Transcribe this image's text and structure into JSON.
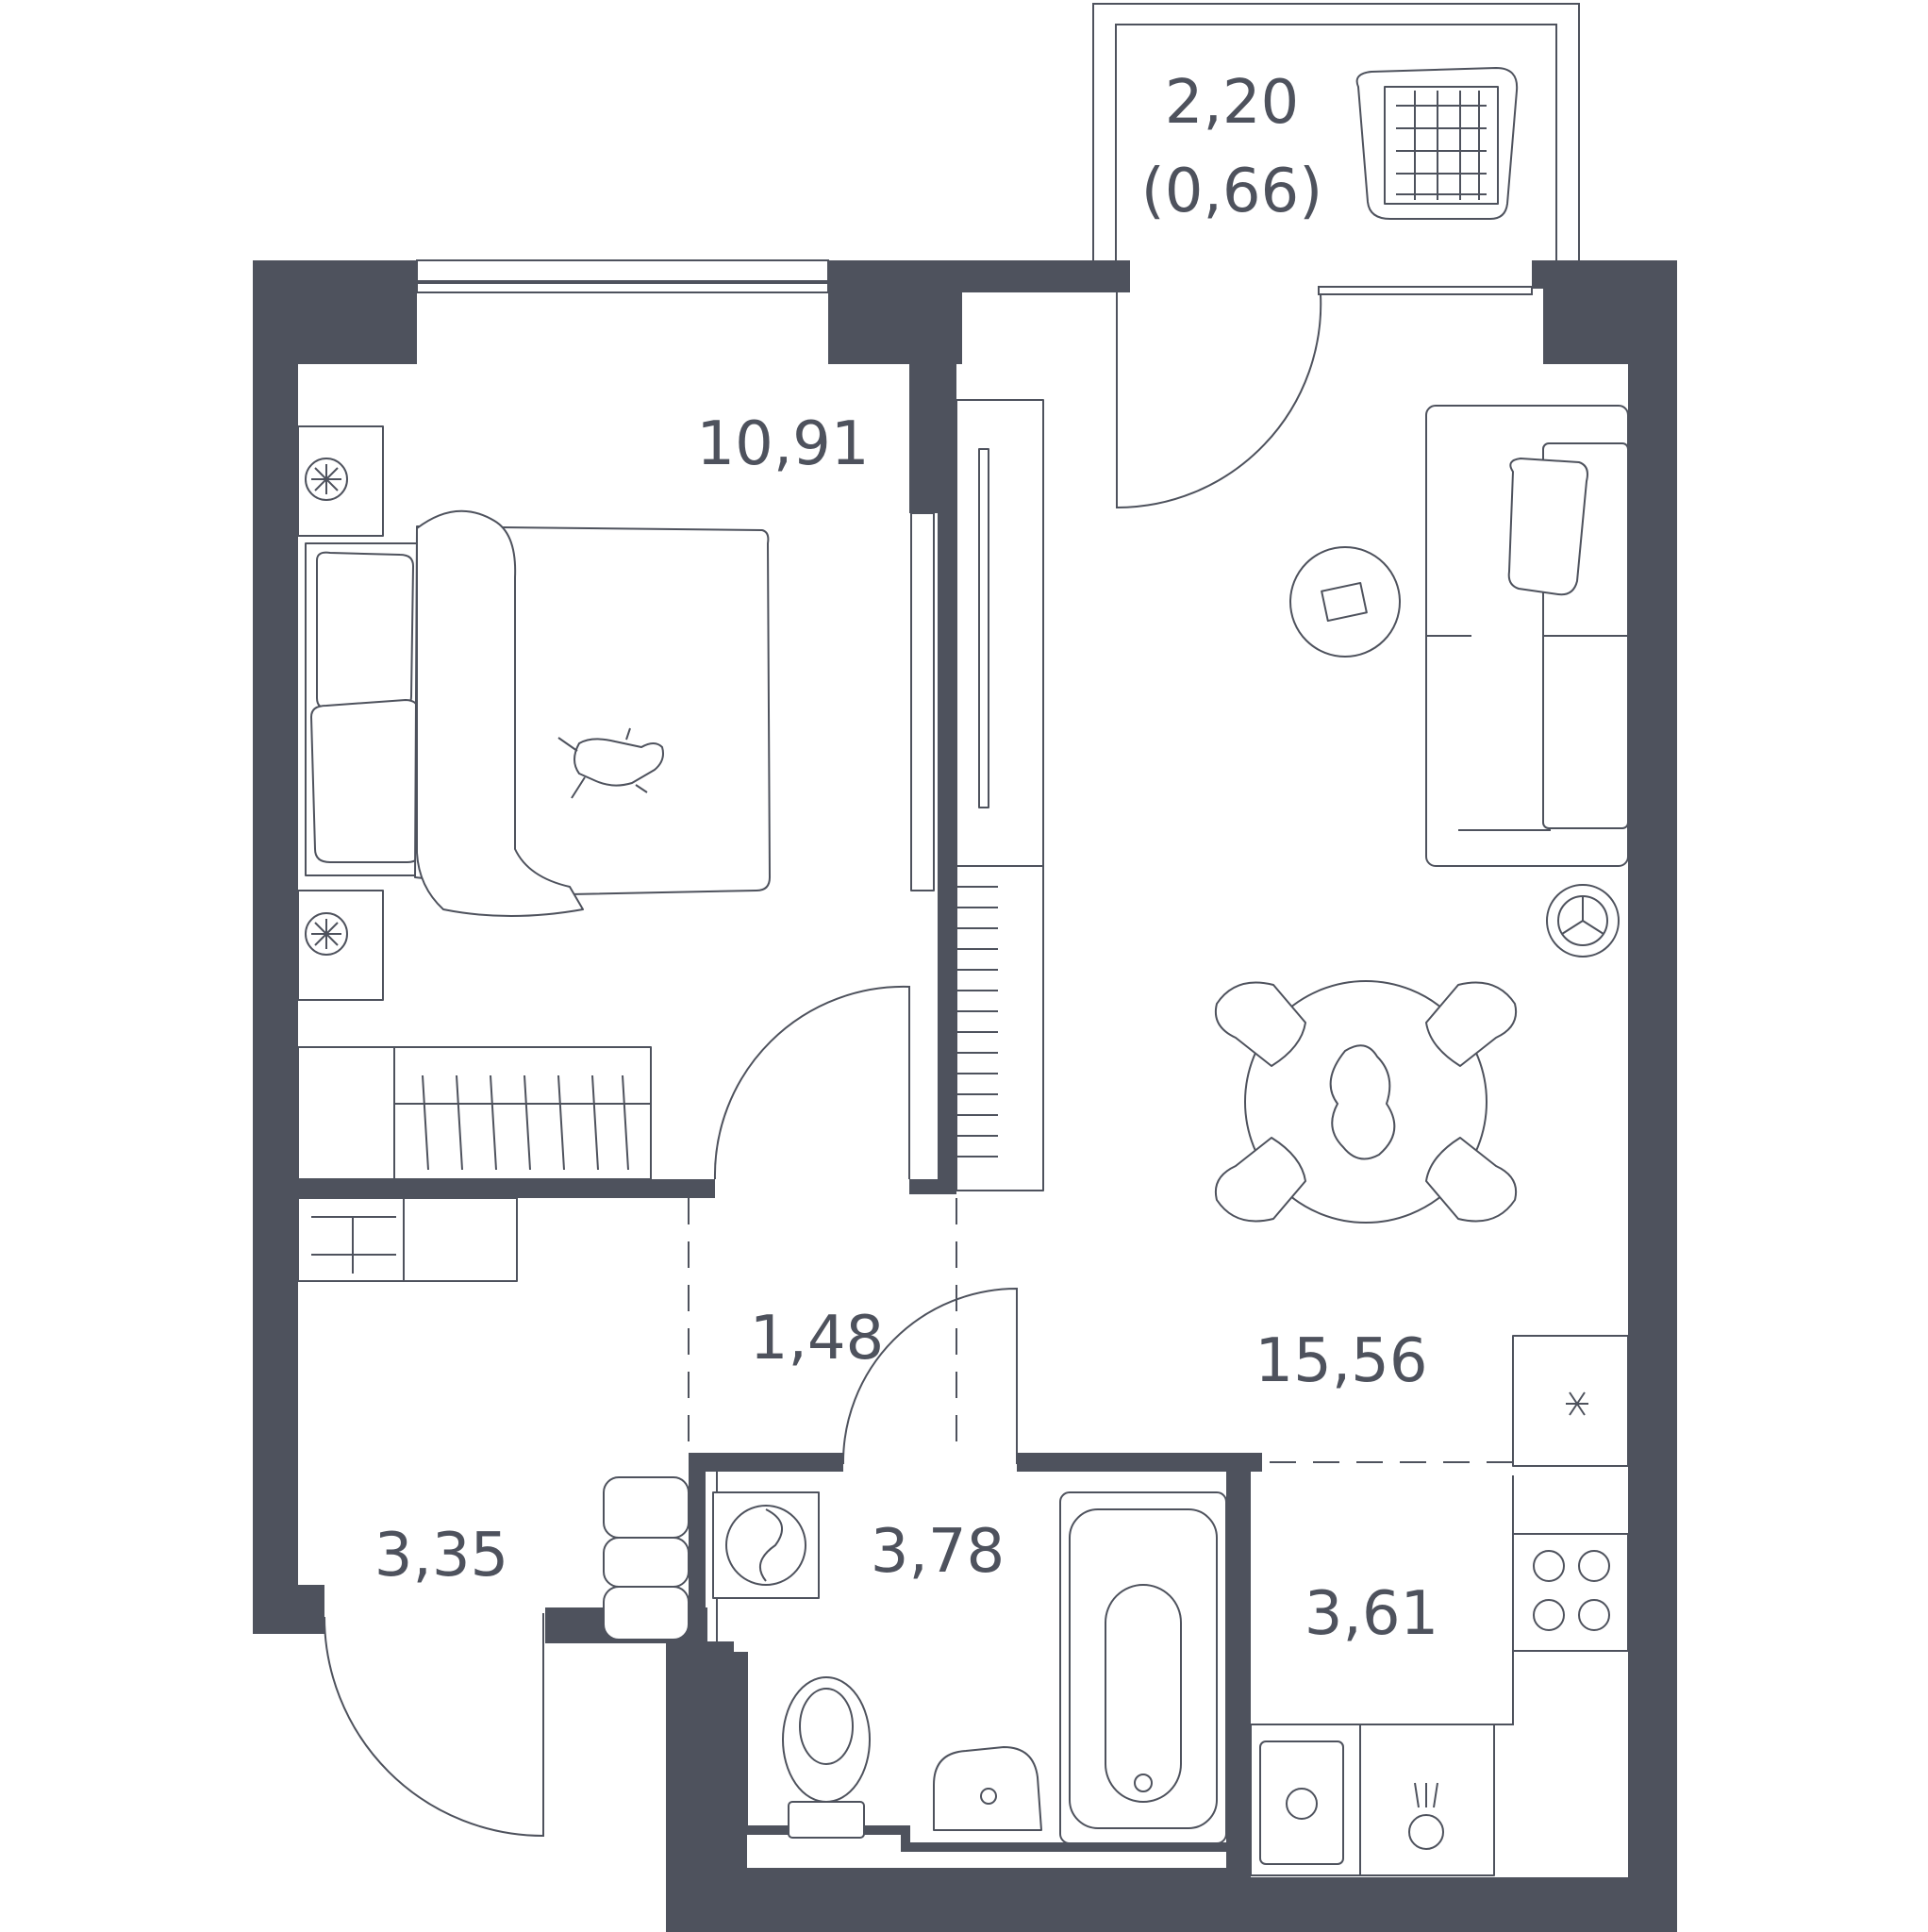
{
  "colors": {
    "wall": "#4e525d",
    "background": "#ffffff"
  },
  "rooms": {
    "balcony_area": "2,20",
    "balcony_area_reduced": "(0,66)",
    "bedroom": "10,91",
    "corridor": "1,48",
    "living_room": "15,56",
    "hall": "3,35",
    "bathroom": "3,78",
    "kitchen": "3,61"
  },
  "icons": [
    "laundry-basket-icon",
    "bed-icon",
    "nightstand-lamp-icon",
    "cat-icon",
    "wardrobe-icon",
    "sofa-icon",
    "coffee-table-icon",
    "round-dining-table-icon",
    "dining-chair-icon",
    "washing-machine-icon",
    "bathtub-icon",
    "toilet-icon",
    "washbasin-icon",
    "stove-icon",
    "sink-icon",
    "refrigerator-icon",
    "floor-lamp-icon",
    "shoe-cabinet-icon"
  ]
}
